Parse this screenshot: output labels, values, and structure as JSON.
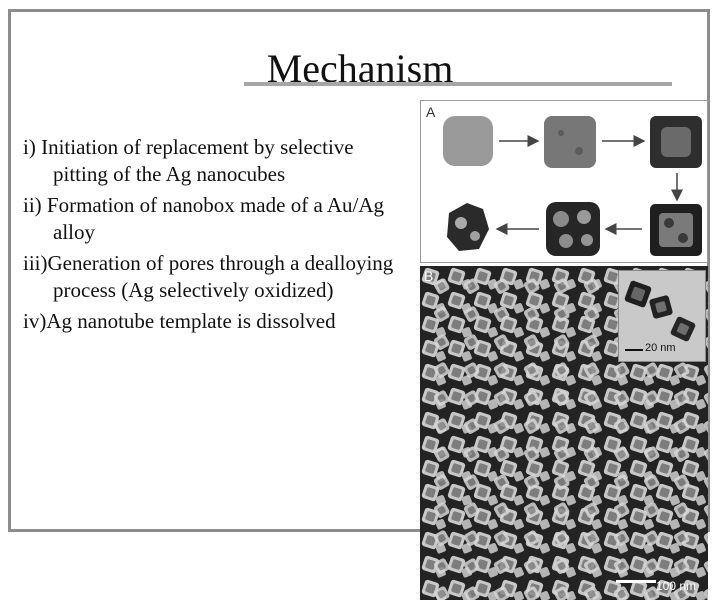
{
  "slide": {
    "title": "Mechanism",
    "bullets": [
      "i)  Initiation of replacement by selective pitting of the Ag nanocubes",
      "ii) Formation of nanobox made of a Au/Ag alloy",
      "iii)Generation of pores through a dealloying process (Ag selectively oxidized)",
      "iv)Ag nanotube template is dissolved"
    ]
  },
  "figure": {
    "panel_a_label": "A",
    "panel_b_label": "B",
    "inset_scale_label": "20 nm",
    "main_scale_label": "100 nm"
  }
}
